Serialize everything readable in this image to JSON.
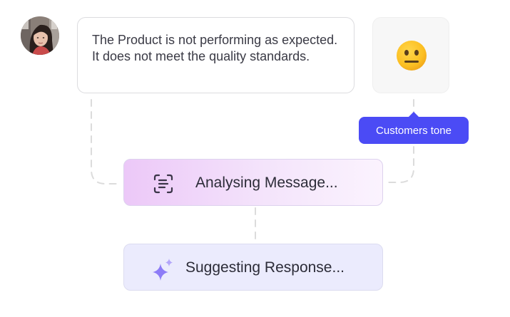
{
  "message": {
    "text": "The Product is not performing as expected. It does not meet the quality standards."
  },
  "tone": {
    "emoji": "neutral-face",
    "badge_label": "Customers tone"
  },
  "steps": {
    "analysing_label": "Analysing Message...",
    "suggesting_label": "Suggesting Response..."
  },
  "colors": {
    "badge": "#4b4bf5",
    "analyse_gradient_start": "#ecc8f8",
    "suggest_bg": "#ebebfd",
    "sparkle": "#8d7cf7",
    "connector": "#dcdcdc"
  }
}
